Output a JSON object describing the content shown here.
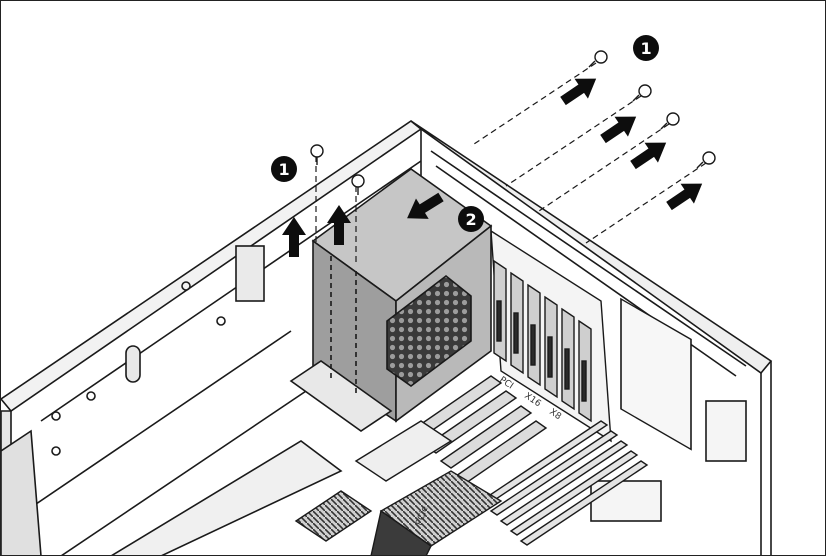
{
  "figure": {
    "callouts": [
      {
        "id": "screws-rear",
        "label": "1"
      },
      {
        "id": "screws-top",
        "label": "1"
      },
      {
        "id": "slide-cage",
        "label": "2"
      }
    ],
    "board_markings": [
      "PCI",
      "X16",
      "X8",
      "PCIe"
    ],
    "colors": {
      "line": "#1a1a1a",
      "cage_fill": "#b9b9b9",
      "cage_shade": "#9c9c9c",
      "arrow": "#0d0d0d",
      "background": "#ffffff"
    },
    "icons": [
      "screw-icon",
      "arrow-icon",
      "fan-grille-icon"
    ]
  }
}
